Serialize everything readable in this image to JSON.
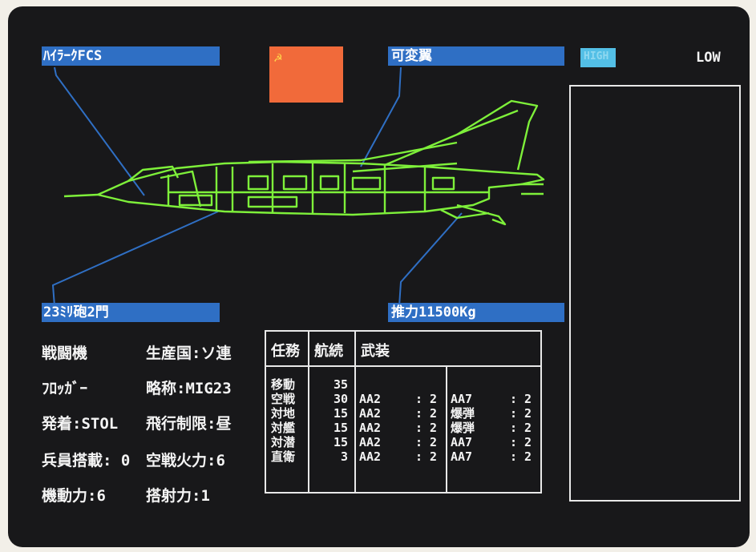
{
  "labels": {
    "fcs": "ﾊｲﾗｰｸFCS",
    "wing": "可変翼",
    "gun": "23ﾐﾘ砲2門",
    "thrust": "推力11500Kg"
  },
  "mode": {
    "chip": "HIGH",
    "value": "LOW"
  },
  "colors": {
    "screen": "#18181a",
    "accent_bar": "#2f6fc4",
    "wireframe": "#7ef03a",
    "flag": "#f16a3a",
    "chip": "#53bfe6"
  },
  "stats": {
    "type": "戦闘機",
    "country": "生産国:ソ連",
    "nickname": "ﾌﾛｯｶﾞｰ",
    "name": "略称:MIG23",
    "takeoff": "発着:STOL",
    "flight": "飛行制限:昼",
    "troops": "兵員搭載: 0",
    "air_fire": "空戦火力:6",
    "mobility": "機動力:6",
    "range": "搭射力:1"
  },
  "table": {
    "headers": [
      "任務",
      "航続",
      "武装"
    ],
    "rows": [
      {
        "mission": "移動",
        "range": "35",
        "w1": "",
        "q1": "",
        "w2": "",
        "q2": ""
      },
      {
        "mission": "空戦",
        "range": "30",
        "w1": "AA2",
        "q1": ": 2",
        "w2": "AA7",
        "q2": ": 2"
      },
      {
        "mission": "対地",
        "range": "15",
        "w1": "AA2",
        "q1": ": 2",
        "w2": "爆弾",
        "q2": ": 2"
      },
      {
        "mission": "対艦",
        "range": "15",
        "w1": "AA2",
        "q1": ": 2",
        "w2": "爆弾",
        "q2": ": 2"
      },
      {
        "mission": "対潜",
        "range": "15",
        "w1": "AA2",
        "q1": ": 2",
        "w2": "AA7",
        "q2": ": 2"
      },
      {
        "mission": "直衛",
        "range": "3",
        "w1": "AA2",
        "q1": ": 2",
        "w2": "AA7",
        "q2": ": 2"
      }
    ]
  }
}
